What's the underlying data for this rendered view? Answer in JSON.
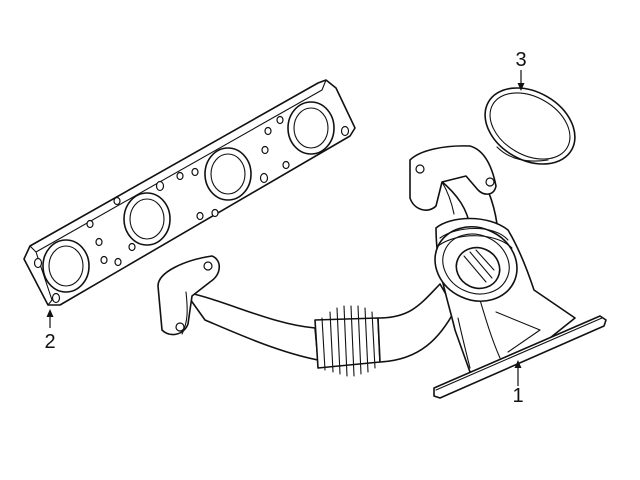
{
  "diagram": {
    "callouts": [
      {
        "id": "1",
        "label": "1",
        "part": "exhaust-manifold"
      },
      {
        "id": "2",
        "label": "2",
        "part": "manifold-gasket"
      },
      {
        "id": "3",
        "label": "3",
        "part": "seal-ring"
      }
    ]
  }
}
